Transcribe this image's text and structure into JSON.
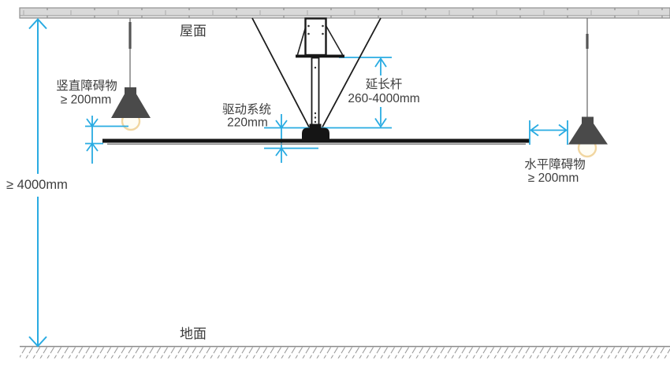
{
  "diagram": {
    "type": "installation-clearance-diagram",
    "labels": {
      "roof": "屋面",
      "ground": "地面",
      "overall_height": "≥ 4000mm",
      "vertical_obstacle_line1": "竖直障碍物",
      "vertical_obstacle_line2": "≥ 200mm",
      "drive_system_line1": "驱动系统",
      "drive_system_line2": "220mm",
      "extension_rod_line1": "延长杆",
      "extension_rod_line2": "260-4000mm",
      "horizontal_obstacle_line1": "水平障碍物",
      "horizontal_obstacle_line2": "≥ 200mm"
    },
    "colors": {
      "dimension_blue": "#29abe2",
      "ceiling_gray": "#d9d9d9",
      "ceiling_joint_gray": "#ababab",
      "lamp_shade_gray": "#4a4a4a",
      "bulb_yellow": "#f1d6a0",
      "ink_black": "#151515",
      "label_gray": "#3d3d3d",
      "ground_gray": "#8a8a8a"
    }
  }
}
